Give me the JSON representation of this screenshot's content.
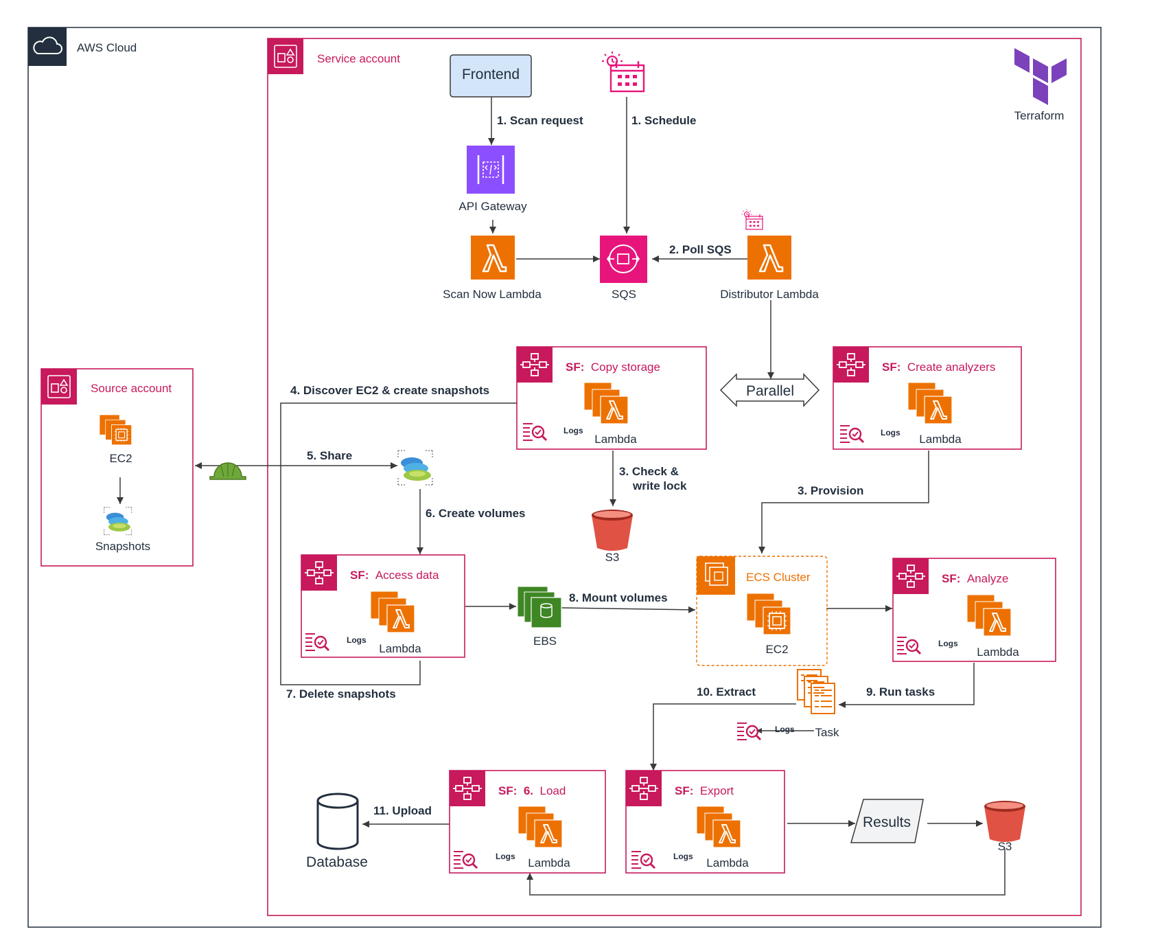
{
  "labels": {
    "aws_cloud": "AWS Cloud",
    "service_account": "Service account",
    "source_account": "Source account",
    "terraform": "Terraform",
    "frontend": "Frontend",
    "api_gateway": "API Gateway",
    "scan_now_lambda": "Scan Now Lambda",
    "sqs": "SQS",
    "distributor_lambda": "Distributor Lambda",
    "parallel": "Parallel",
    "ec2": "EC2",
    "snapshots": "Snapshots",
    "s3": "S3",
    "ebs": "EBS",
    "ecs_cluster": "ECS Cluster",
    "task": "Task",
    "database": "Database",
    "results": "Results",
    "lambda": "Lambda",
    "logs": "Logs"
  },
  "step_functions": {
    "prefix": "SF:",
    "copy_storage": "Copy storage",
    "create_analyzers": "Create analyzers",
    "access_data": "Access data",
    "analyze": "Analyze",
    "load_num": "6.",
    "load": "Load",
    "export": "Export"
  },
  "steps": {
    "scan_request": "1. Scan request",
    "schedule": "1. Schedule",
    "poll_sqs": "2. Poll SQS",
    "discover": "4. Discover EC2 & create snapshots",
    "share": "5. Share",
    "check_lock_1": "3. Check &",
    "check_lock_2": "write lock",
    "provision": "3. Provision",
    "create_volumes": "6. Create volumes",
    "mount_volumes": "8. Mount volumes",
    "delete_snapshots": "7. Delete snapshots",
    "extract": "10. Extract",
    "run_tasks": "9. Run tasks",
    "upload": "11. Upload"
  },
  "colors": {
    "compute_orange": "#ed7100",
    "integration_pink": "#e7157b",
    "management_pink": "#c7195c",
    "api_purple": "#8c4fff",
    "storage_green": "#3f8624",
    "s3_red": "#e05243",
    "terraform_purple": "#7b42bc",
    "frontend_fill": "#d3e5f9"
  }
}
